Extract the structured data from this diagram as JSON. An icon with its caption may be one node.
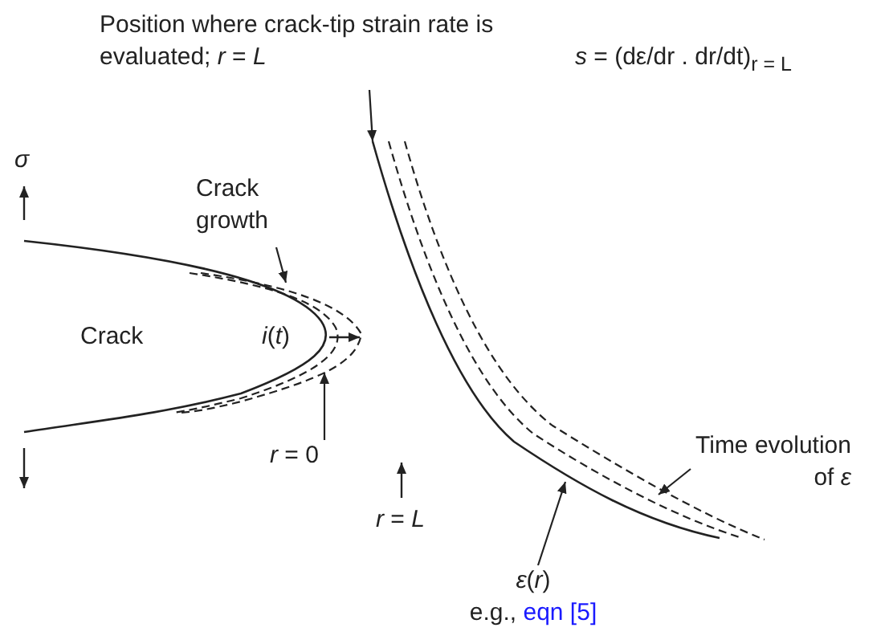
{
  "diagram": {
    "nodes": [
      {
        "text": [
          "Position where crack-tip strain rate is evaluated; *r* = *L*"
        ]
      },
      {
        "text": [
          "Crack growth"
        ]
      },
      {
        "text": [
          "*r* = 0"
        ]
      },
      {
        "text": [
          "Time evolution of *ε*"
        ]
      },
      {
        "text": [
          "*ε*(*r*)",
          "e.g.,",
          "eqn [5]"
        ]
      },
      {
        "text": [
          "Crack"
        ]
      },
      {
        "text": [],
        "shape": "picture"
      }
    ],
    "edges": [
      {
        "from": 0,
        "to": 6,
        "arrow": "to"
      },
      {
        "from": 1,
        "to": 5,
        "arrow": "to"
      },
      {
        "from": 2,
        "to": 5,
        "arrow": "to"
      },
      {
        "from": 3,
        "to": 6,
        "arrow": "to"
      },
      {
        "from": 4,
        "to": 6,
        "arrow": "to"
      }
    ],
    "labels": [
      "*s* = (dε/dr . dr/dt)$_{r = L}$",
      "*σ*",
      "*i*(*t*)",
      "*r* = *L*"
    ]
  }
}
